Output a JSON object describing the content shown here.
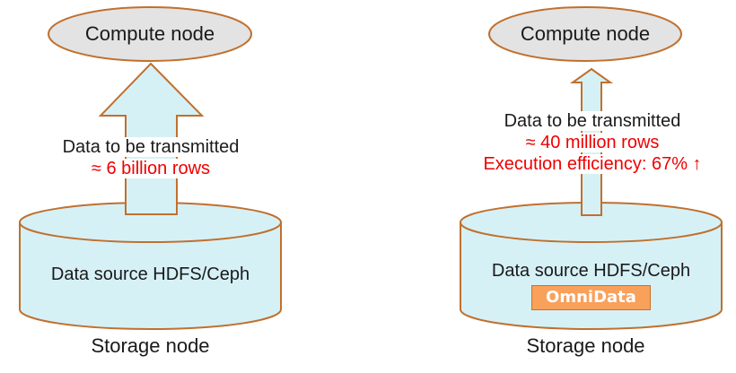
{
  "colors": {
    "outline": "#c0702e",
    "node_fill": "#e3e3e3",
    "cylinder_fill": "#d6f1f6",
    "highlight_text": "#ee0000",
    "omnidata_fill": "#f9a05a"
  },
  "left": {
    "compute_label": "Compute node",
    "transmit_label": "Data to be transmitted",
    "rows_label": "≈ 6 billion rows",
    "datasource_label": "Data source HDFS/Ceph",
    "storage_label": "Storage node"
  },
  "right": {
    "compute_label": "Compute node",
    "transmit_label": "Data to be transmitted",
    "rows_label": "≈ 40 million rows",
    "efficiency_label": "Execution efficiency: 67% ↑",
    "datasource_label": "Data source HDFS/Ceph",
    "omnidata_label": "OmniData",
    "storage_label": "Storage node"
  }
}
